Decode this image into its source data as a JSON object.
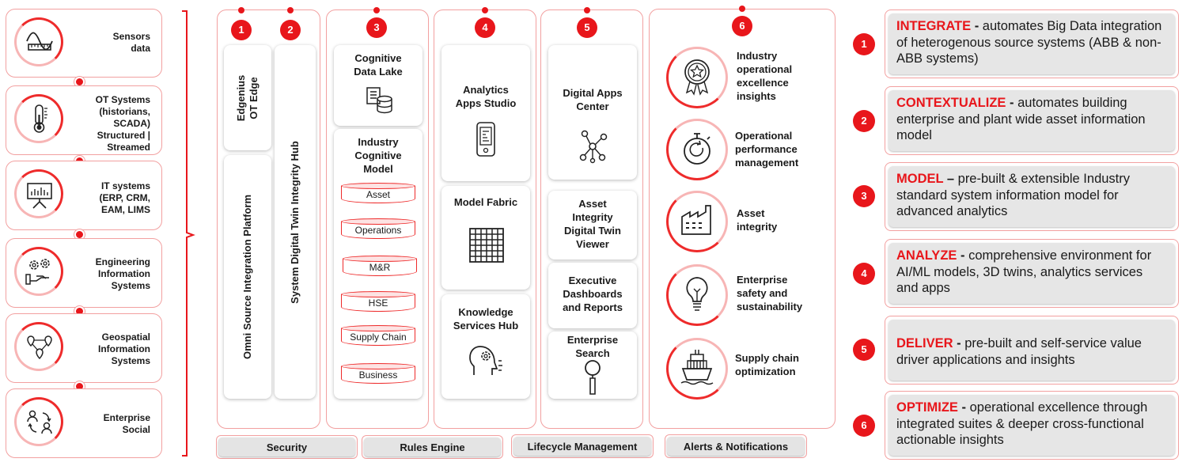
{
  "sources": [
    {
      "label": "Sensors\ndata",
      "icon": "sensor-wave-icon"
    },
    {
      "label": "OT Systems\n(historians,\nSCADA)\nStructured  |\nStreamed",
      "icon": "thermometer-icon"
    },
    {
      "label": "IT systems\n(ERP, CRM,\nEAM, LIMS",
      "icon": "presentation-board-icon"
    },
    {
      "label": "Engineering\nInformation\nSystems",
      "icon": "gears-hand-icon"
    },
    {
      "label": "Geospatial\nInformation\nSystems",
      "icon": "map-pins-icon"
    },
    {
      "label": "Enterprise\nSocial",
      "icon": "people-exchange-icon"
    }
  ],
  "columns": {
    "c1": {
      "num": "1",
      "edge": "Edgenius\nOT Edge",
      "omni": "Omni Source Integration Platform"
    },
    "c2": {
      "num": "2",
      "hub": "System Digital Twin Integrity  Hub"
    },
    "c3": {
      "num": "3",
      "lake": "Cognitive\nData Lake",
      "model": "Industry\nCognitive\nModel",
      "cylinders": [
        "Asset",
        "Operations",
        "M&R",
        "HSE",
        "Supply Chain",
        "Business"
      ]
    },
    "c4": {
      "num": "4",
      "studio": "Analytics\nApps Studio",
      "fabric": "Model Fabric",
      "knowledge": "Knowledge\nServices Hub"
    },
    "c5": {
      "num": "5",
      "center": "Digital Apps\nCenter",
      "viewer": "Asset\nIntegrity\nDigital Twin\nViewer",
      "dash": "Executive\nDashboards\nand Reports",
      "search": "Enterprise\nSearch"
    },
    "c6": {
      "num": "6",
      "outcomes": [
        {
          "label": "Industry\noperational\nexcellence\ninsights",
          "icon": "award-ribbon-icon"
        },
        {
          "label": "Operational\nperformance\nmanagement",
          "icon": "stopwatch-icon"
        },
        {
          "label": "Asset\nintegrity",
          "icon": "factory-icon"
        },
        {
          "label": "Enterprise\nsafety and\nsustainability",
          "icon": "lightbulb-icon"
        },
        {
          "label": "Supply chain\noptimization",
          "icon": "cargo-ship-icon"
        }
      ]
    }
  },
  "bottom_bar": [
    "Security",
    "Rules Engine",
    "Lifecycle Management",
    "Alerts & Notifications"
  ],
  "capabilities": [
    {
      "num": "1",
      "keyword": "INTEGRATE",
      "sep": " - ",
      "text": "automates Big Data integration of heterogenous source systems (ABB & non-ABB systems)"
    },
    {
      "num": "2",
      "keyword": "CONTEXTUALIZE",
      "sep": " - ",
      "text": "automates building enterprise and plant wide asset information model"
    },
    {
      "num": "3",
      "keyword": "MODEL",
      "sep": " – ",
      "text": "pre-built & extensible Industry standard system information model for advanced analytics"
    },
    {
      "num": "4",
      "keyword": "ANALYZE",
      "sep": "  - ",
      "text": "comprehensive environment for AI/ML models, 3D twins, analytics services and apps"
    },
    {
      "num": "5",
      "keyword": "DELIVER",
      "sep": " - ",
      "text": "pre-built and self-service value driver applications and insights"
    },
    {
      "num": "6",
      "keyword": "OPTIMIZE",
      "sep": " - ",
      "text": "operational excellence through integrated suites & deeper cross-functional actionable insights"
    }
  ],
  "colors": {
    "accent": "#e8161b",
    "border": "#f2a0a0",
    "panel_gray": "#e6e6e6"
  }
}
